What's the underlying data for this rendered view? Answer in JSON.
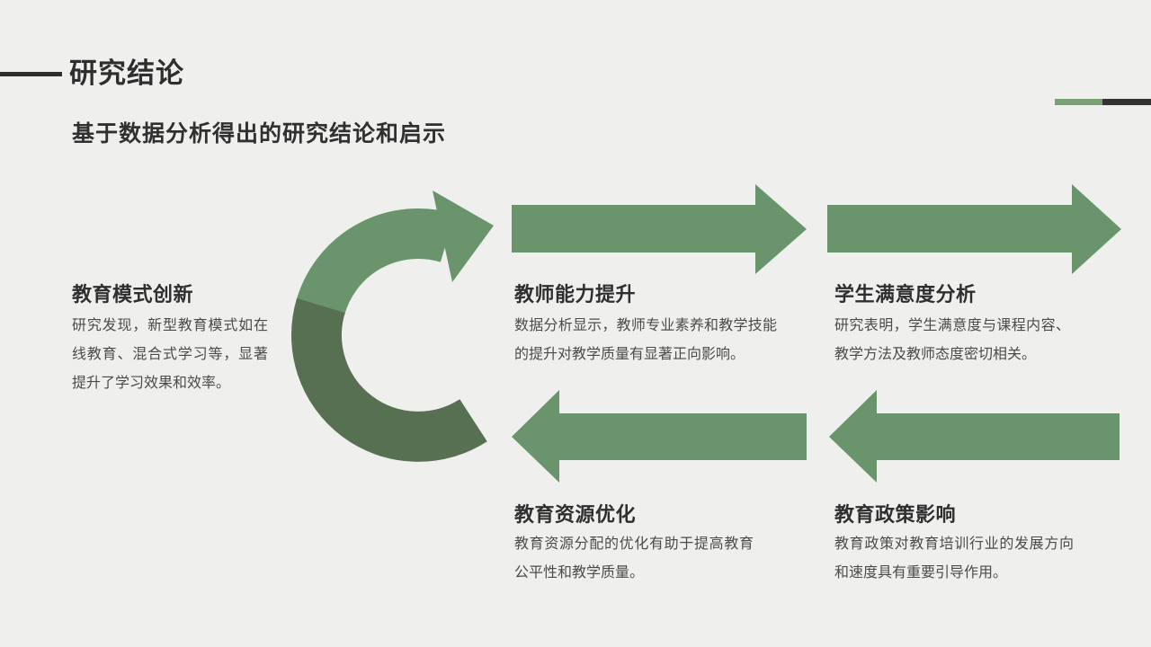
{
  "slide": {
    "title": "研究结论",
    "subtitle": "基于数据分析得出的研究结论和启示"
  },
  "colors": {
    "background": "#EFF0ED",
    "arrow_green": "#6A946B",
    "ribbon_dark_green": "#567051",
    "accent_bar_green": "#7D9F78",
    "accent_bar_dark": "#333333",
    "heading_text": "#2F2F2F",
    "body_text": "#4B4B4B"
  },
  "diagram": {
    "type": "cycle-flow",
    "items": [
      {
        "heading": "教育模式创新",
        "body": "研究发现，新型教育模式如在线教育、混合式学习等，显著提升了学习效果和效率。"
      },
      {
        "heading": "教师能力提升",
        "body": "数据分析显示，教师专业素养和教学技能的提升对教学质量有显著正向影响。"
      },
      {
        "heading": "学生满意度分析",
        "body": "研究表明，学生满意度与课程内容、教学方法及教师态度密切相关。"
      },
      {
        "heading": "教育资源优化",
        "body": "教育资源分配的优化有助于提高教育公平性和教学质量。"
      },
      {
        "heading": "教育政策影响",
        "body": "教育政策对教育培训行业的发展方向和速度具有重要引导作用。"
      }
    ]
  }
}
